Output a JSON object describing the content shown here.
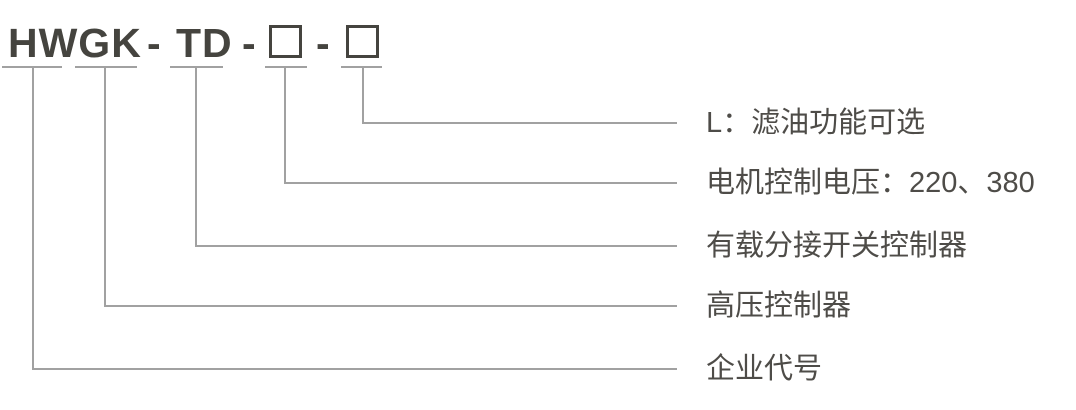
{
  "model_code": {
    "prefix": "HWGK",
    "type_code": "TD",
    "separator": "-",
    "placeholder_boxes": 2
  },
  "legend": [
    {
      "segment": "box-2",
      "label": "L：滤油功能可选"
    },
    {
      "segment": "box-1",
      "label": "电机控制电压：220、380"
    },
    {
      "segment": "TD",
      "label": "有载分接开关控制器"
    },
    {
      "segment": "GK",
      "label": "高压控制器"
    },
    {
      "segment": "HW",
      "label": "企业代号"
    }
  ],
  "colors": {
    "ink": "#45443f",
    "label-ink": "#4e4c48",
    "line": "#a1a1a1",
    "bg": "#ffffff"
  }
}
